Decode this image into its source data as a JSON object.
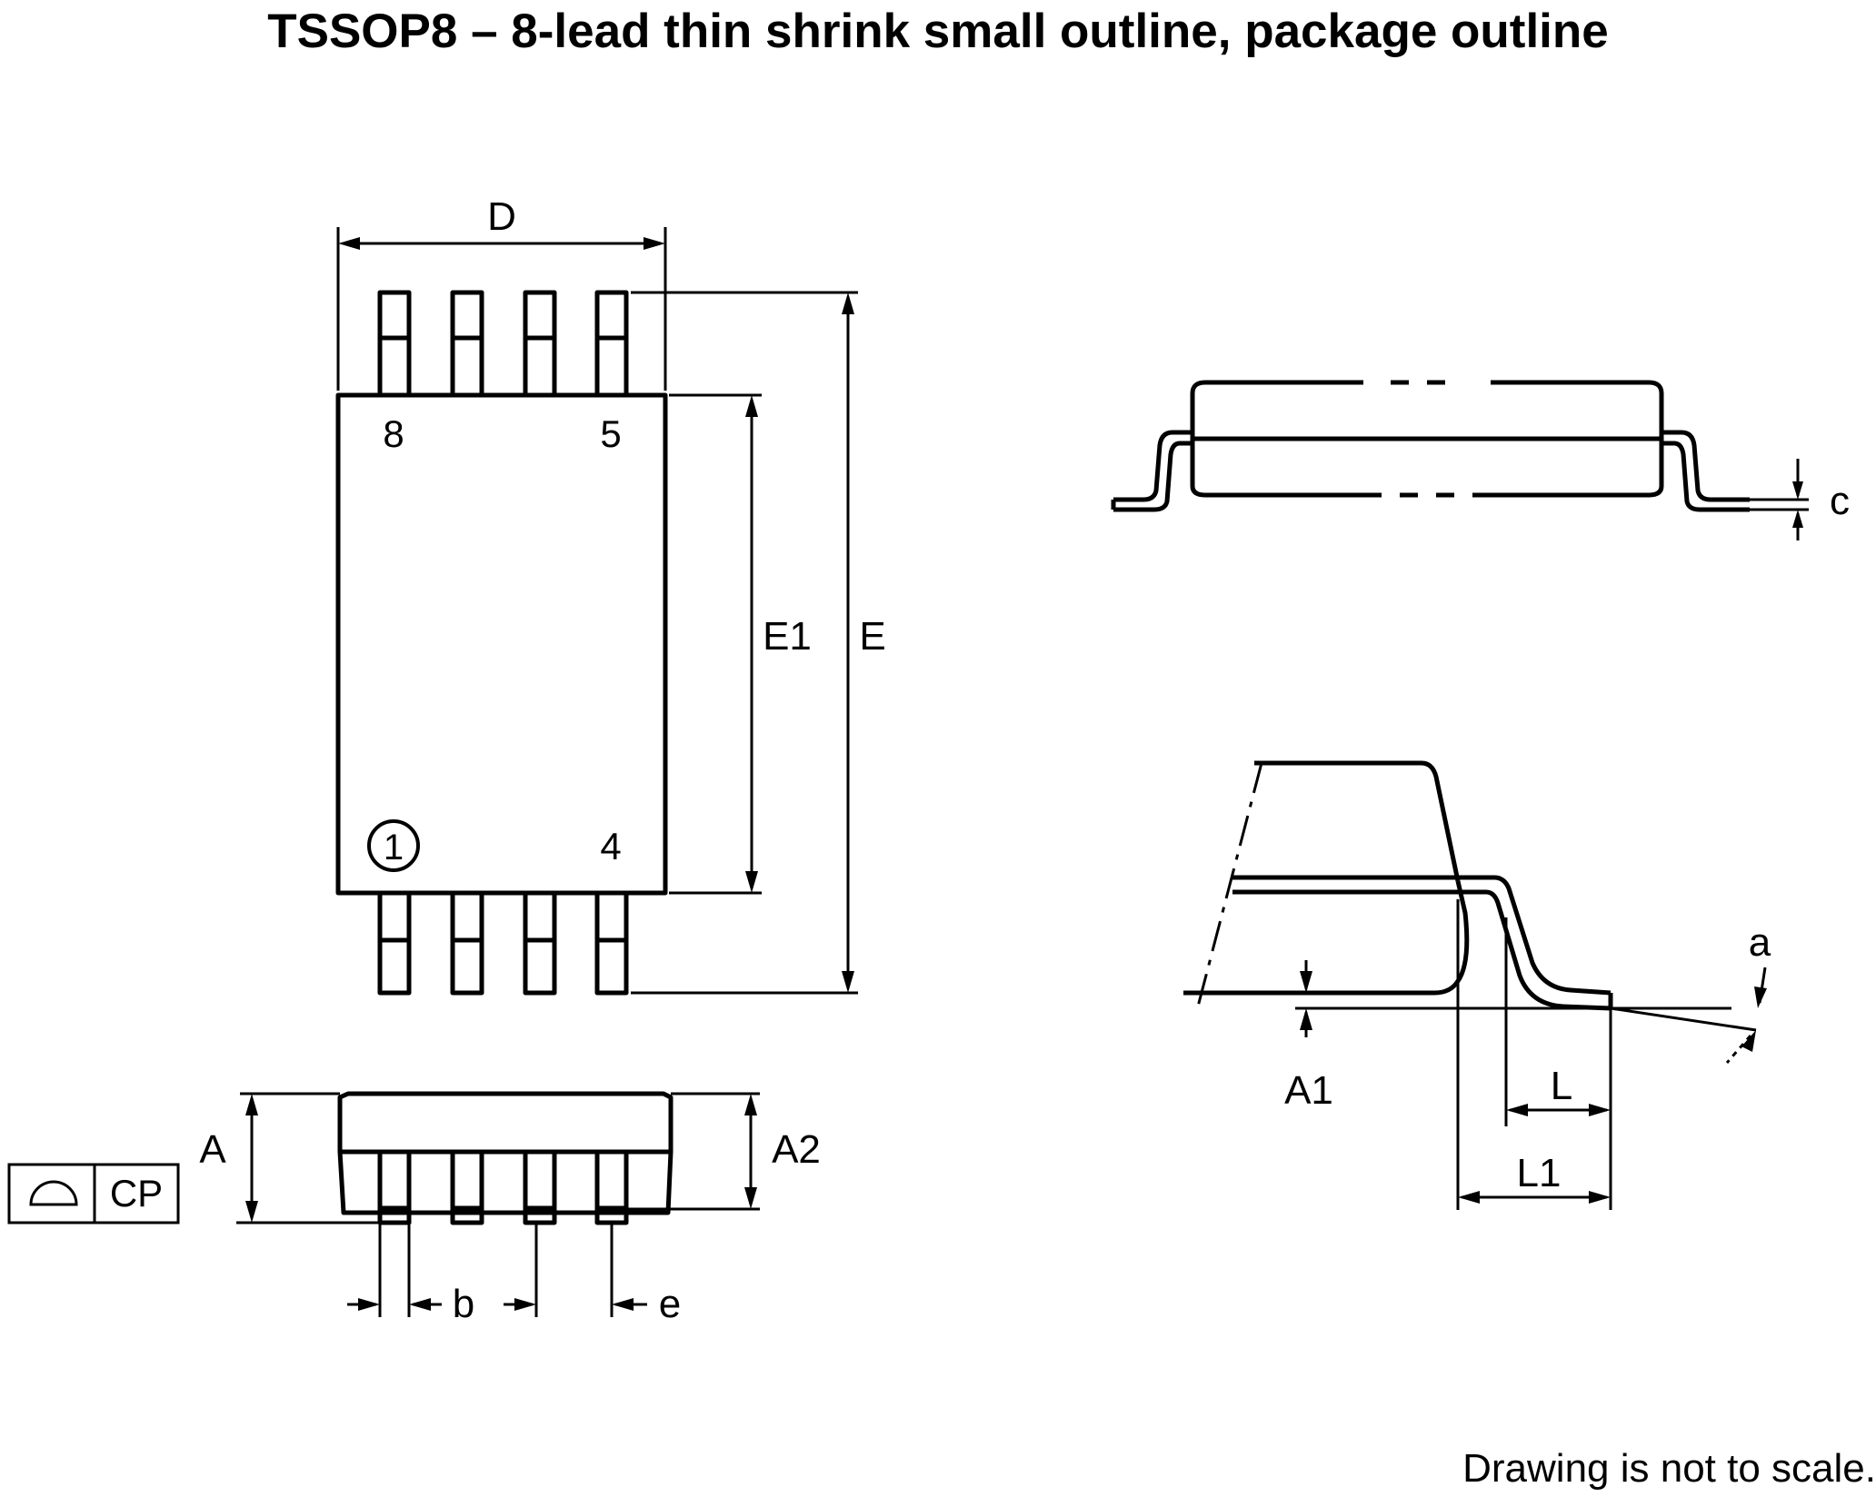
{
  "title": "TSSOP8 – 8-lead thin shrink small outline, package outline",
  "note": "Drawing is not to scale.",
  "colors": {
    "line": "#000000",
    "background": "#ffffff"
  },
  "pins": {
    "top_left": "8",
    "top_right": "5",
    "bottom_left": "1",
    "bottom_right": "4"
  },
  "dimensions": {
    "D": "D",
    "E": "E",
    "E1": "E1",
    "A": "A",
    "A2": "A2",
    "A1": "A1",
    "b": "b",
    "e": "e",
    "c": "c",
    "L": "L",
    "L1": "L1",
    "a": "a",
    "CP": "CP"
  },
  "icons": {
    "coplanarity": "coplanarity-icon",
    "pin1_marker": "circle-marker"
  }
}
